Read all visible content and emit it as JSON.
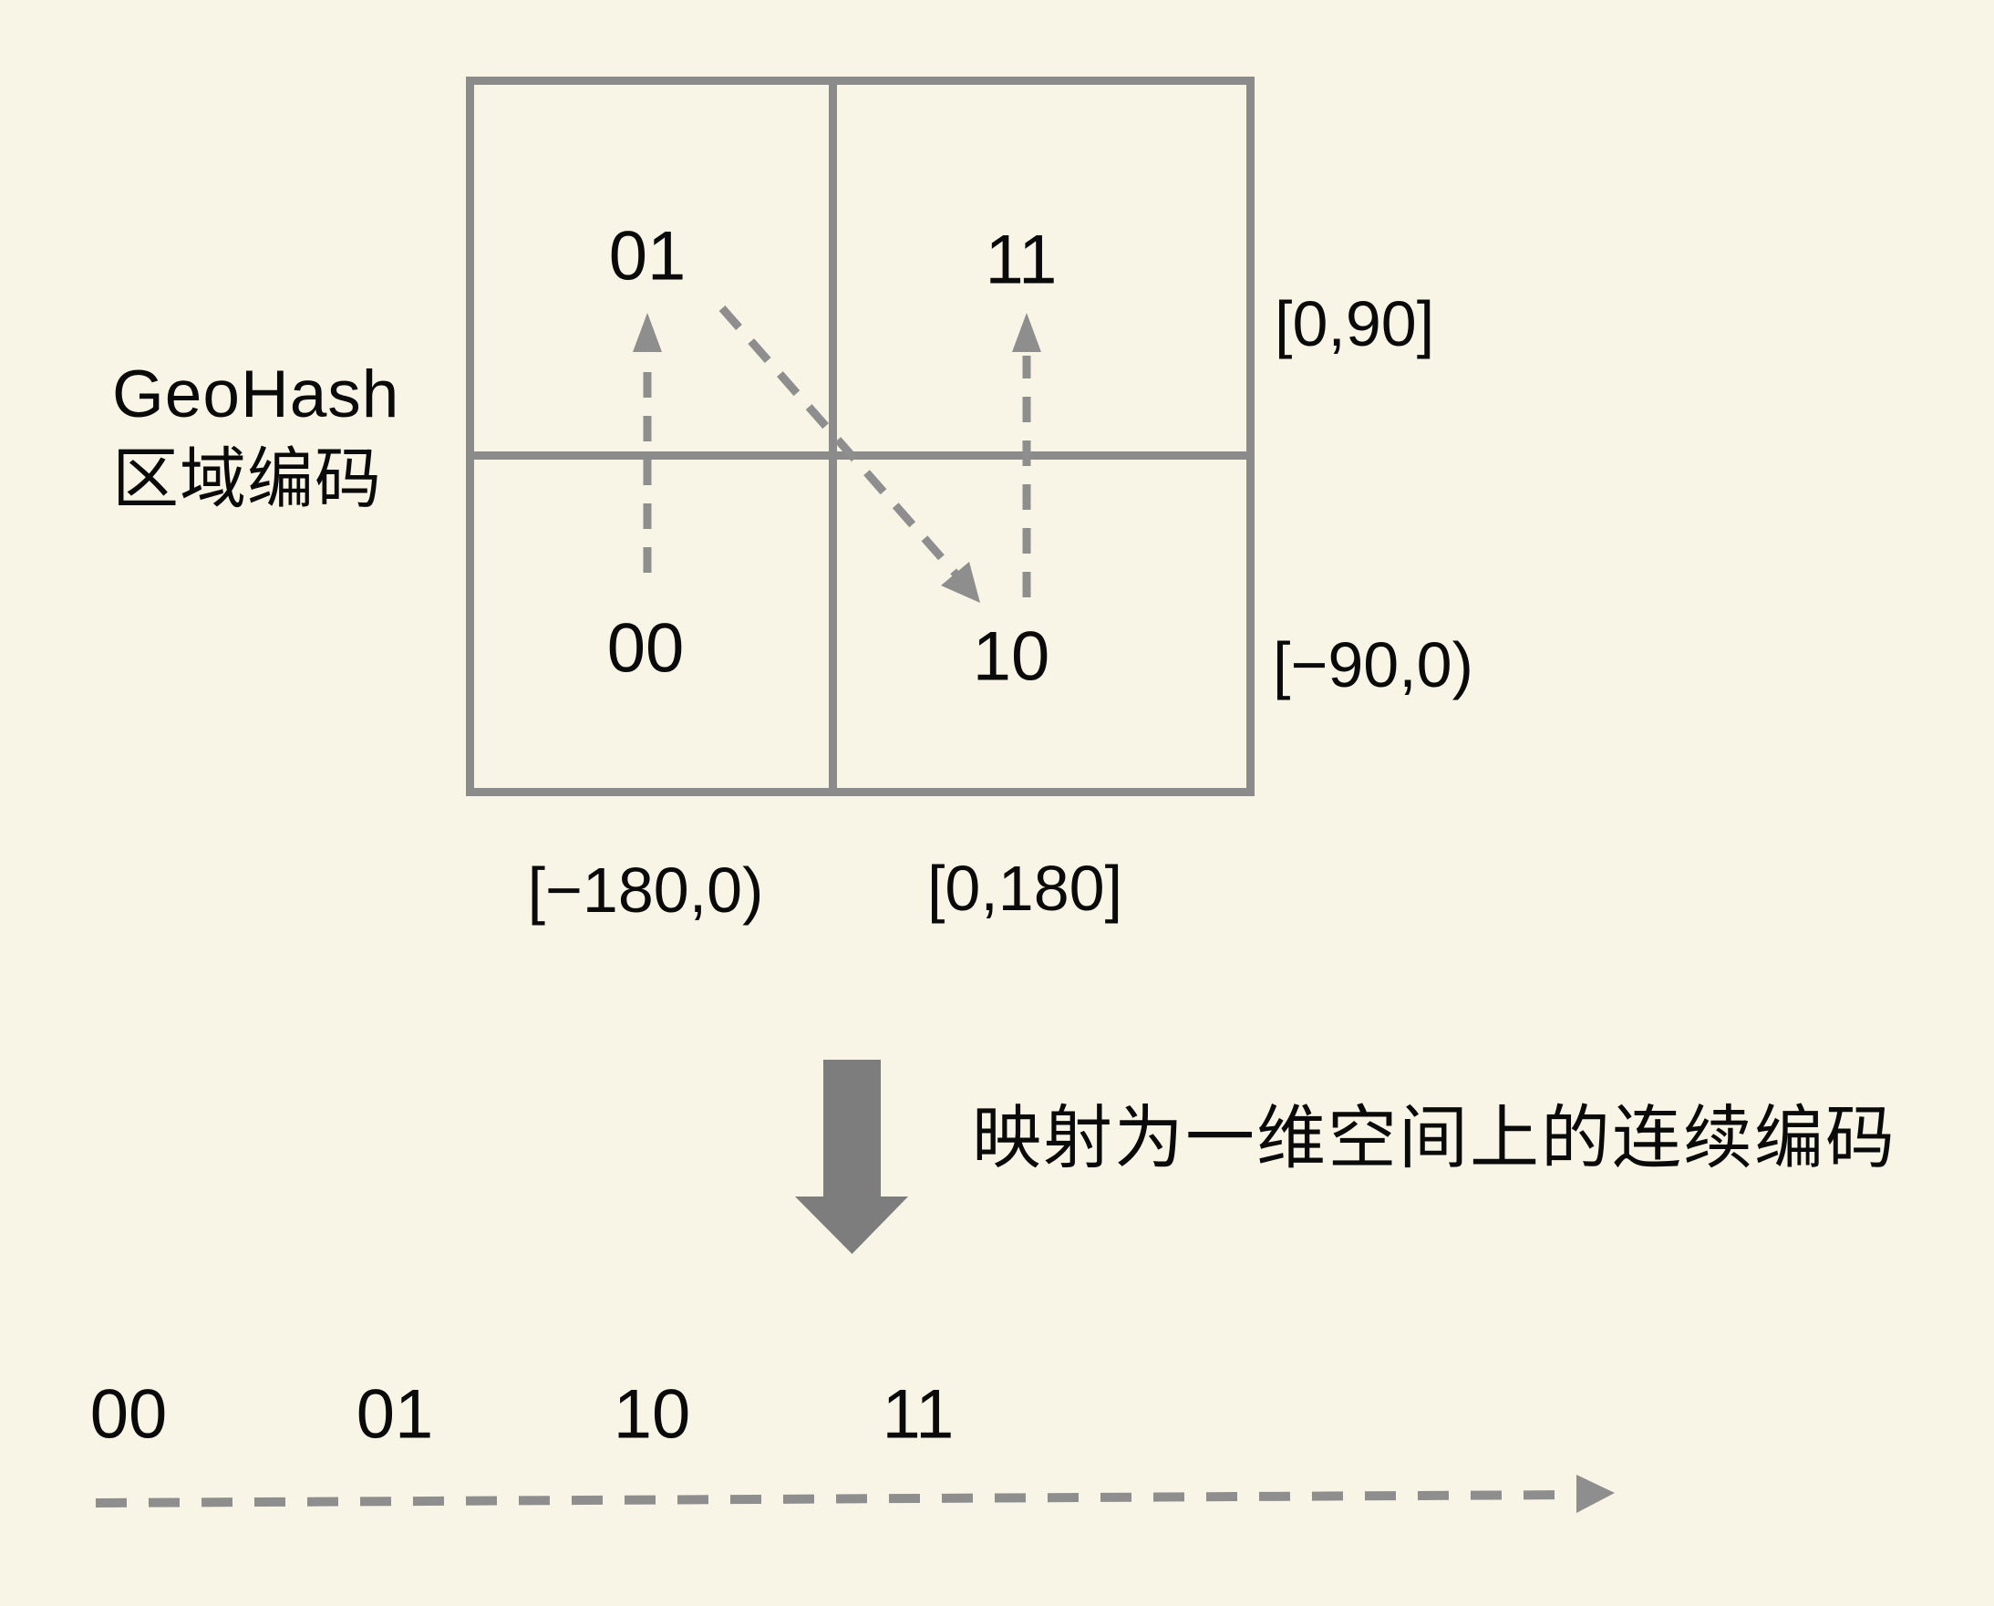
{
  "colors": {
    "background": "#F8F5E6",
    "grid_line": "#8B8B8B",
    "dashed_arrow": "#8E8E8E",
    "solid_arrow": "#7D7D7D",
    "text": "#0A0A0A"
  },
  "diagram_title": {
    "line1": "GeoHash",
    "line2": "区域编码"
  },
  "quadrants": {
    "top_left": "01",
    "top_right": "11",
    "bottom_left": "00",
    "bottom_right": "10"
  },
  "latitude_ranges": {
    "top": "[0,90]",
    "bottom": "[−90,0)"
  },
  "longitude_ranges": {
    "left": "[−180,0)",
    "right": "[0,180]"
  },
  "mapping_caption": "映射为一维空间上的连续编码",
  "axis_labels": [
    "00",
    "01",
    "10",
    "11"
  ]
}
